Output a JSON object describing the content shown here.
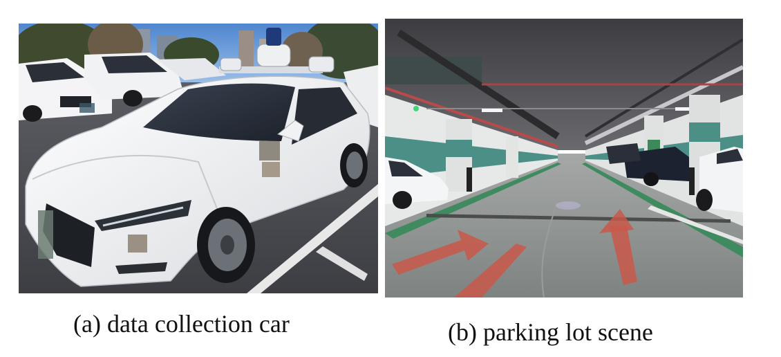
{
  "figure": {
    "panels": [
      {
        "caption": "(a) data collection car",
        "photo": "data-collection-car-photo"
      },
      {
        "caption": "(b) parking lot scene",
        "photo": "parking-lot-scene-photo"
      }
    ]
  },
  "colors": {
    "sky": "#5f96d8",
    "car_white": "#f2f3f5",
    "asphalt": "#4b4d52",
    "garage_ceiling": "#5a5a5e",
    "garage_floor": "#8e9291",
    "wall_teal": "#4b8f86",
    "red_arrow": "#c9584a",
    "green_line": "#3f8a5f"
  }
}
